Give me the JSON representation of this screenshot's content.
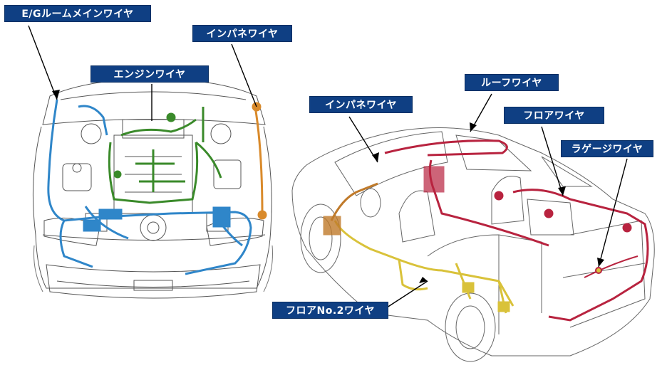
{
  "labels": {
    "eg_room_main": "E/Gルームメインワイヤ",
    "engine": "エンジンワイヤ",
    "instpanel_left": "インパネワイヤ",
    "instpanel_right": "インパネワイヤ",
    "roof": "ルーフワイヤ",
    "floor": "フロアワイヤ",
    "luggage": "ラゲージワイヤ",
    "floor_no2": "フロアNo.2ワイヤ"
  },
  "colors": {
    "label_bg": "#0f3f83",
    "eg_room_main": "#2f86c9",
    "engine": "#3a8a2a",
    "instpanel": "#d98a2b",
    "roof": "#b8233f",
    "floor_no2": "#d9c23a"
  }
}
